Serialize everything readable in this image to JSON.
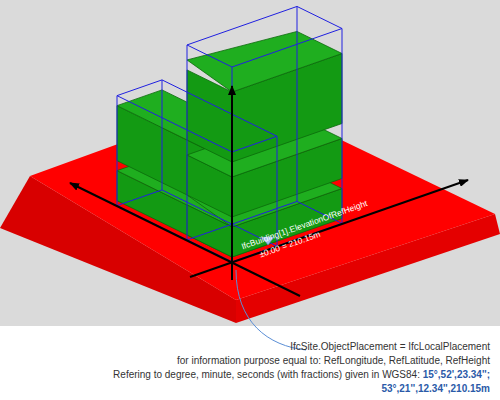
{
  "diagram": {
    "labels": [
      "IfcBuilding[1].ElevationOfRefHeight",
      "±0.00 = 210.15m",
      "IfcSite.ObjectPlacement = IfcLocalPlacement",
      "for information purpose equal to: RefLongitude, RefLatitude, RefHeight",
      "Refering to degree, minute, seconds (with fractions) given in WGS84:",
      "15°,52',23.34''; 53°,21'',12.34'',210.15m"
    ]
  }
}
